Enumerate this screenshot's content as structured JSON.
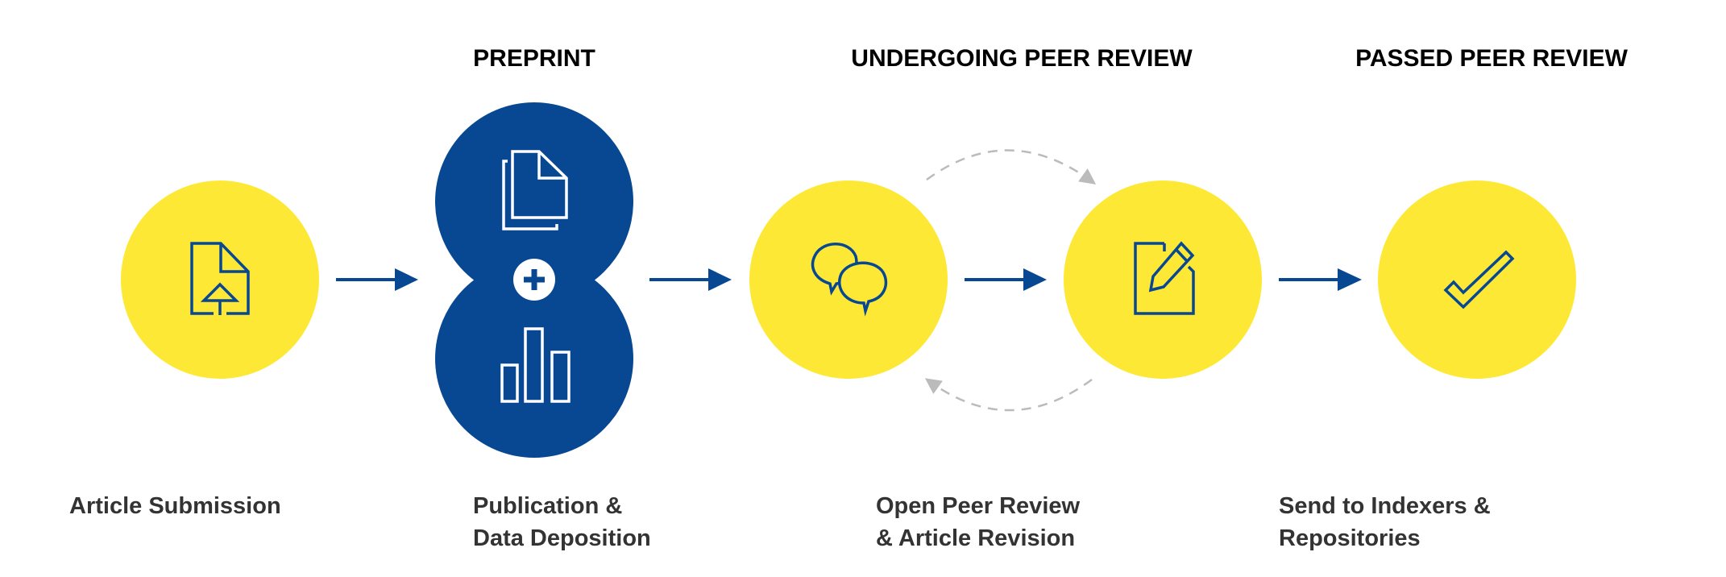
{
  "colors": {
    "yellow": "#FDE935",
    "blue": "#084892",
    "dashed": "#BBBBBB",
    "label_text": "#333333"
  },
  "stages": {
    "preprint": "PREPRINT",
    "undergoing": "UNDERGOING PEER REVIEW",
    "passed": "PASSED PEER REVIEW"
  },
  "steps": [
    {
      "icon": "document-upload-icon",
      "label": [
        "Article Submission"
      ]
    },
    {
      "icon": "documents-plus-bar-chart-icon",
      "label": [
        "Publication &",
        "Data Deposition"
      ]
    },
    {
      "icon": "chat-bubbles-icon",
      "label": [
        "Open Peer Review",
        "& Article Revision"
      ]
    },
    {
      "icon": "edit-document-icon",
      "label": []
    },
    {
      "icon": "checkmark-icon",
      "label": [
        "Send to Indexers &",
        "Repositories"
      ]
    }
  ]
}
